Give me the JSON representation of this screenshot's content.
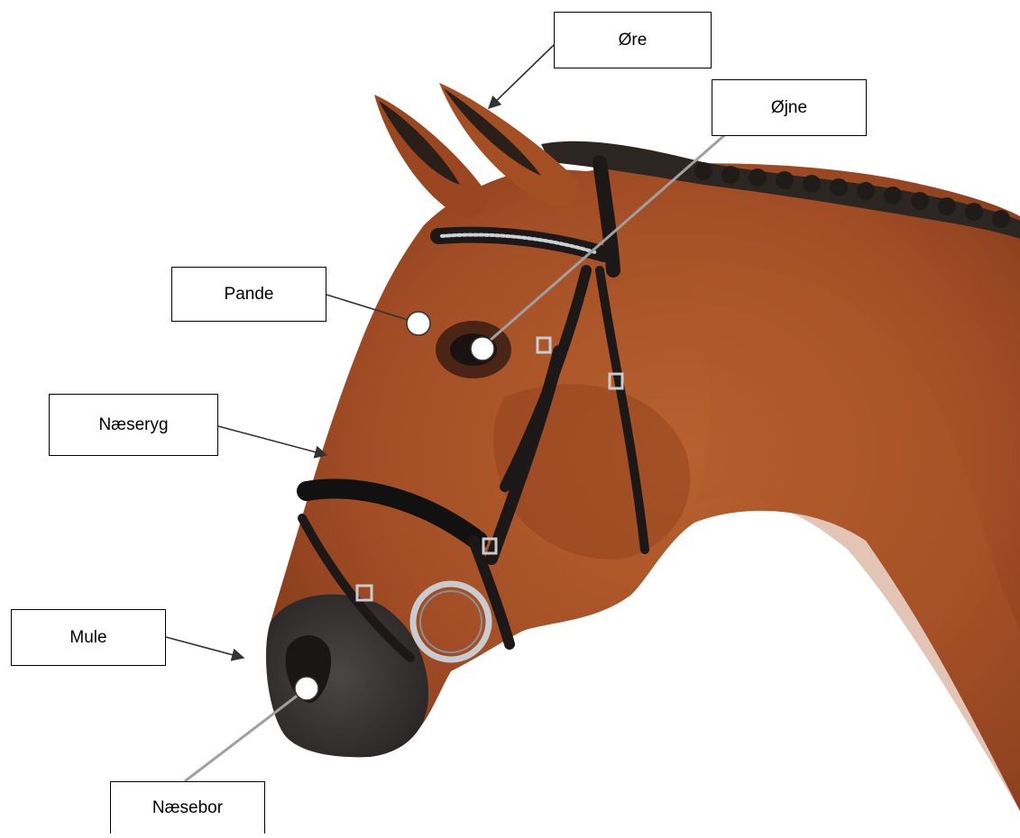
{
  "labels": {
    "ore": "Øre",
    "ojne": "Øjne",
    "pande": "Pande",
    "naeseryg": "Næseryg",
    "mule": "Mule",
    "naesebor": "Næsebor"
  },
  "colors": {
    "coat": "#a9532a",
    "coat_dark": "#7a3518",
    "coat_shadow": "#5e2a12",
    "mane": "#2b2622",
    "muzzle": "#3e3a3a",
    "leather": "#1c1818",
    "arrow": "#333333",
    "pointer_line": "#a0a0a0"
  }
}
